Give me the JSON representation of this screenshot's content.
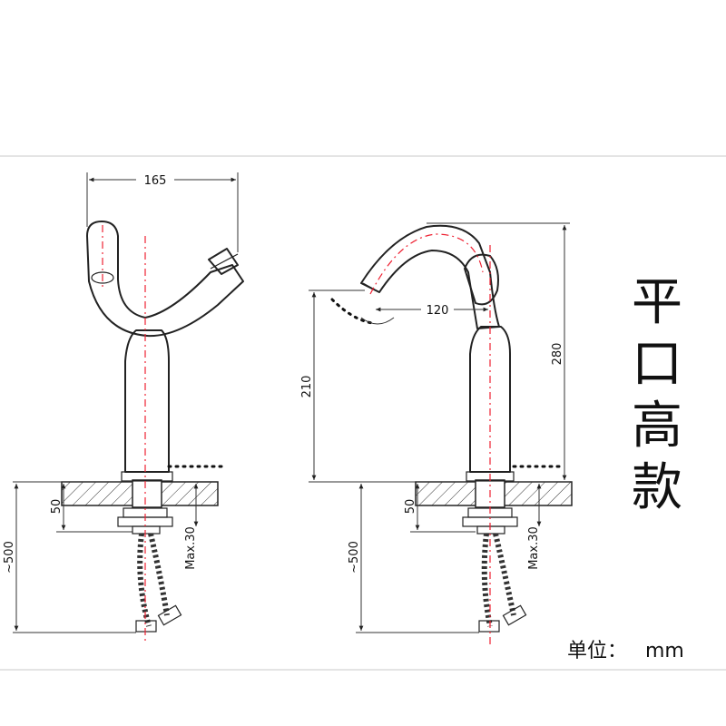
{
  "title_chars": [
    "平",
    "口",
    "高",
    "款"
  ],
  "unit": {
    "label": "单位：",
    "value": "mm"
  },
  "left_view": {
    "width_dim": "165",
    "thickness_dim": "50",
    "hose_dim": "~500",
    "max_dim": "Max.30"
  },
  "right_view": {
    "reach_dim": "120",
    "spout_height_dim": "210",
    "total_height_dim": "280",
    "thickness_dim": "50",
    "hose_dim": "~500",
    "max_dim": "Max.30"
  }
}
